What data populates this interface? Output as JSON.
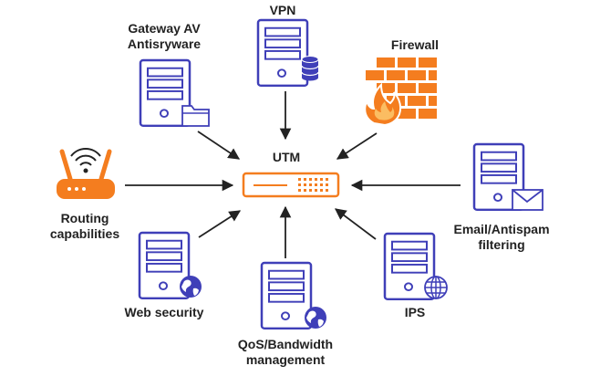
{
  "colors": {
    "server_stroke": "#3f3fb8",
    "accent": "#f47d1f",
    "brick": "#f47d1f",
    "arrow": "#222222",
    "text": "#222222"
  },
  "center": {
    "label": "UTM",
    "icon": "utm-appliance-icon"
  },
  "nodes": {
    "vpn": {
      "label": "VPN",
      "icon": "server-database-icon"
    },
    "gateway": {
      "line1": "Gateway AV",
      "line2": "Antisryware",
      "icon": "server-folder-icon"
    },
    "firewall": {
      "label": "Firewall",
      "icon": "firewall-icon"
    },
    "routing": {
      "line1": "Routing",
      "line2": "capabilities",
      "icon": "router-icon"
    },
    "email": {
      "line1": "Email/Antispam",
      "line2": "filtering",
      "icon": "server-envelope-icon"
    },
    "web": {
      "label": "Web security",
      "icon": "server-globe-icon"
    },
    "qos": {
      "line1": "QoS/Bandwidth",
      "line2": "management",
      "icon": "server-globe-icon"
    },
    "ips": {
      "label": "IPS",
      "icon": "server-globe-icon"
    }
  }
}
